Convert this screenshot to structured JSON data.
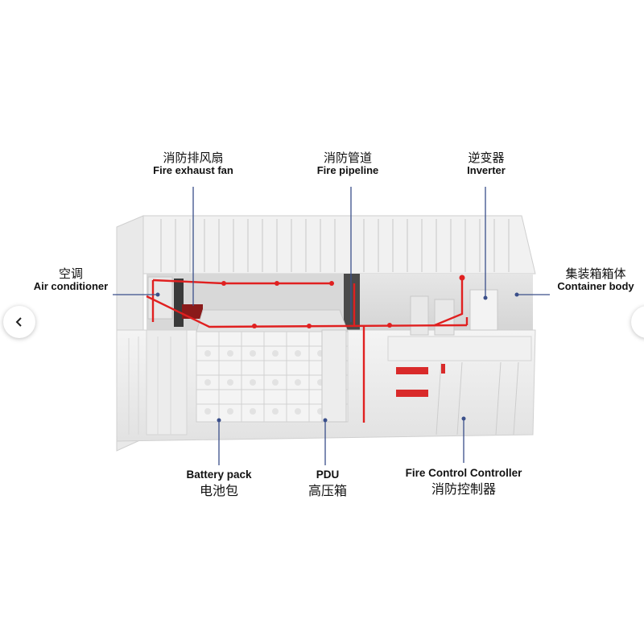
{
  "labels": {
    "fire_exhaust_fan": {
      "zh": "消防排风扇",
      "en": "Fire exhaust fan"
    },
    "fire_pipeline": {
      "zh": "消防管道",
      "en": "Fire pipeline"
    },
    "inverter": {
      "zh": "逆变器",
      "en": "Inverter"
    },
    "air_conditioner": {
      "zh": "空调",
      "en": "Air conditioner"
    },
    "container_body": {
      "zh": "集装箱箱体",
      "en": "Container body"
    },
    "battery_pack": {
      "en": "Battery pack",
      "zh": "电池包"
    },
    "pdu": {
      "en": "PDU",
      "zh": "高压箱"
    },
    "fire_control_controller": {
      "en": "Fire Control Controller",
      "zh": "消防控制器"
    }
  },
  "nav": {
    "prev_icon": "chevron-left-icon",
    "next_icon": "chevron-right-icon"
  },
  "colors": {
    "fire_line": "#e02020",
    "leader_line": "#3a4f8a",
    "container": "#f3f3f3"
  }
}
